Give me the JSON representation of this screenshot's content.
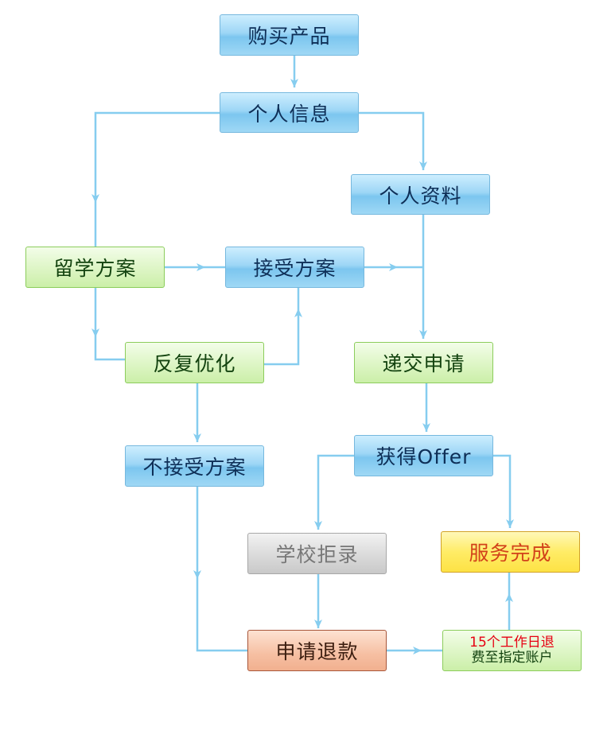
{
  "nodes": {
    "buy_product": "购买产品",
    "personal_info": "个人信息",
    "personal_docs": "个人资料",
    "study_plan": "留学方案",
    "accept_plan": "接受方案",
    "repeat_optimize": "反复优化",
    "submit_application": "递交申请",
    "reject_plan": "不接受方案",
    "get_offer": "获得Offer",
    "school_rejection": "学校拒录",
    "service_complete": "服务完成",
    "apply_refund": "申请退款",
    "refund_line1": "15个工作日退",
    "refund_line2": "费至指定账户"
  },
  "colors": {
    "connector": "#86cdef",
    "blue_node_text": "#0e2f57",
    "green_node_text": "#13430f",
    "gray_node_text": "#777777",
    "service_complete_text": "#d2421a",
    "refund_highlight_text": "#e60012"
  }
}
